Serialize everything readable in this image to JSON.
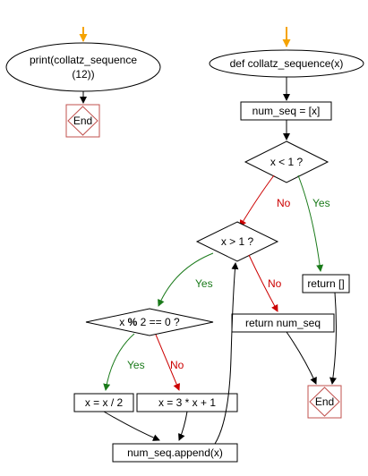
{
  "colors": {
    "start_arrow": "#f5a300",
    "end_box": "#c0504d",
    "yes": "#1a7a1a",
    "no": "#cc0000",
    "line": "#000000"
  },
  "left_flow": {
    "call_line1": "print(collatz_sequence",
    "call_line2": "(12))",
    "end": "End"
  },
  "right_flow": {
    "def": "def collatz_sequence(x)",
    "init": "num_seq = [x]",
    "cond1": "x < 1 ?",
    "cond1_no": "No",
    "cond1_yes": "Yes",
    "cond2": "x > 1 ?",
    "cond2_yes": "Yes",
    "cond2_no": "No",
    "return_empty": "return []",
    "cond3_left": "x ",
    "cond3_op": "%",
    "cond3_right": " 2 == 0 ?",
    "cond3_yes": "Yes",
    "cond3_no": "No",
    "return_seq": "return num_seq",
    "assign_even": "x = x / 2",
    "assign_odd": "x = 3 * x + 1",
    "end": "End",
    "append": "num_seq.append(x)"
  }
}
